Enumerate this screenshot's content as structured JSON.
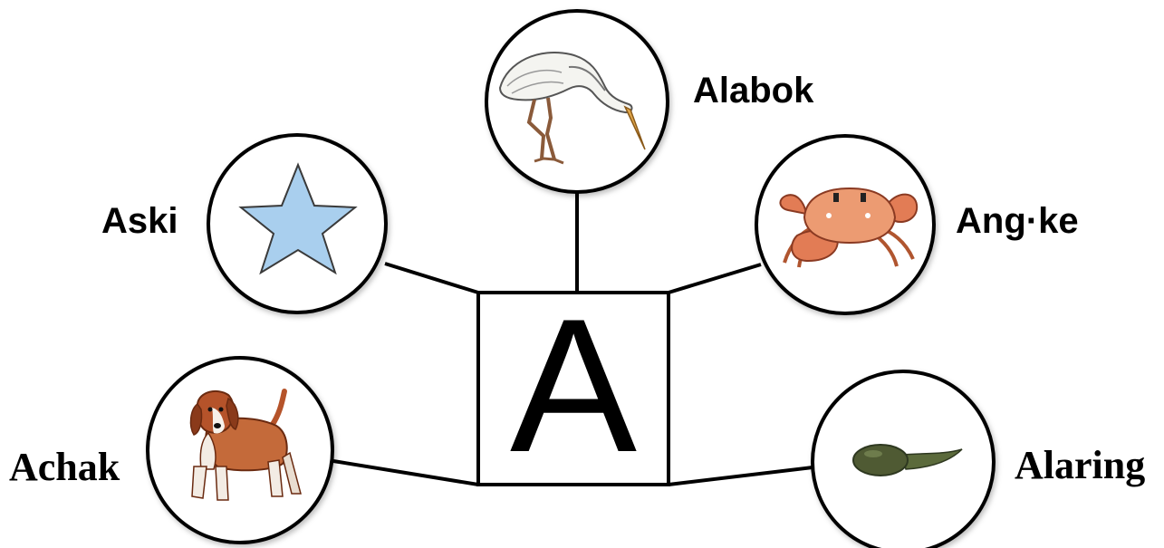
{
  "center": {
    "letter": "A"
  },
  "words": [
    {
      "id": "aski",
      "label": "Aski",
      "icon": "star-icon",
      "color": "#a9cfee"
    },
    {
      "id": "alabok",
      "label": "Alabok",
      "icon": "heron-icon"
    },
    {
      "id": "angke",
      "label": "Ang·ke",
      "icon": "crab-icon",
      "color": "#e58a5c"
    },
    {
      "id": "achak",
      "label": "Achak",
      "icon": "dog-icon",
      "color": "#b5532a"
    },
    {
      "id": "alaring",
      "label": "Alaring",
      "icon": "tadpole-icon",
      "color": "#4f5a33"
    }
  ]
}
